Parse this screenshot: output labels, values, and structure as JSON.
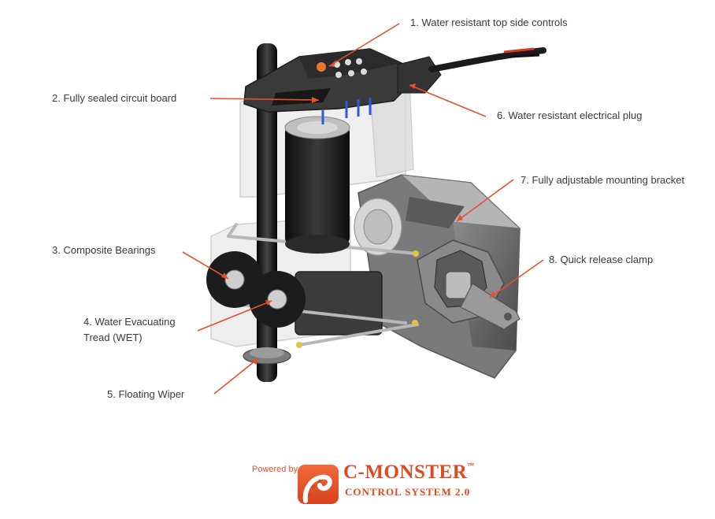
{
  "callouts": [
    {
      "id": "1",
      "text": "1. Water resistant top side controls"
    },
    {
      "id": "2",
      "text": "2. Fully sealed circuit board"
    },
    {
      "id": "3",
      "text": "3. Composite Bearings"
    },
    {
      "id": "4",
      "text": "4. Water Evacuating Tread (WET)"
    },
    {
      "id": "5",
      "text": "5. Floating Wiper"
    },
    {
      "id": "6",
      "text": "6. Water resistant electrical plug"
    },
    {
      "id": "7",
      "text": "7. Fully adjustable mounting bracket"
    },
    {
      "id": "8",
      "text": "8. Quick release clamp"
    }
  ],
  "logo": {
    "powered_by": "Powered by",
    "brand": "C-MONSTER",
    "trademark": "™",
    "subtitle": "CONTROL SYSTEM 2.0"
  },
  "colors": {
    "leader_line": "#e8502c",
    "label_text": "#3a3a3a",
    "brand_orange": "#e0481f",
    "body_gray": "#6c6c6c",
    "housing_translucent": "#e6e6e6"
  }
}
